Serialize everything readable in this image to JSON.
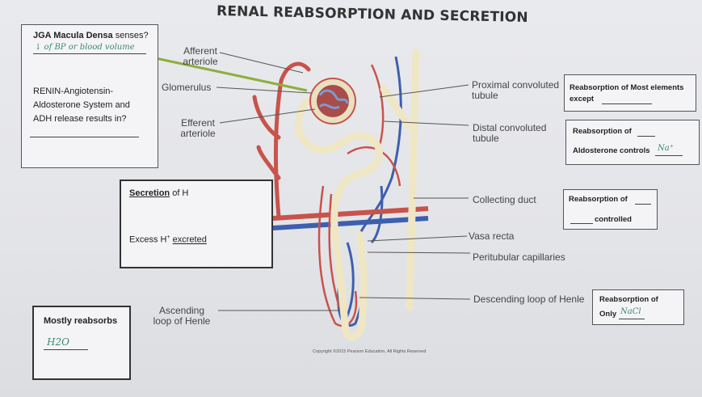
{
  "title": "RENAL REABSORPTION AND SECRETION",
  "labels": {
    "afferent": [
      "Afferent",
      "arteriole"
    ],
    "glomerulus": "Glomerulus",
    "efferent": [
      "Efferent",
      "arteriole"
    ],
    "ascending": [
      "Ascending",
      "loop of Henle"
    ],
    "proximal": [
      "Proximal convoluted",
      "tubule"
    ],
    "distal": [
      "Distal convoluted",
      "tubule"
    ],
    "collecting": "Collecting duct",
    "vasa_recta": "Vasa recta",
    "peritubular": "Peritubular capillaries",
    "descending": "Descending loop of Henle"
  },
  "boxes": {
    "jga": {
      "question_bold": "JGA Macula Densa",
      "question_rest": " senses?",
      "answer": "↓ of BP or blood volume",
      "renin_lines": [
        "RENIN-Angiotensin-",
        "Aldosterone System and",
        "ADH release results in?"
      ]
    },
    "secretion": {
      "heading_bold": "Secretion",
      "heading_rest": " of H",
      "excess_text": "Excess H",
      "excess_sup": "+",
      "excess_word": "excreted"
    },
    "mostly": {
      "heading": "Mostly reabsorbs",
      "answer": "H2O"
    },
    "most_elements": {
      "line1": "Reabsorption of Most elements",
      "line2": "except"
    },
    "aldosterone": {
      "line1": "Reabsorption of",
      "line2": "Aldosterone controls",
      "answer": "Na⁺"
    },
    "controlled": {
      "line1": "Reabsorption of",
      "line2": "controlled"
    },
    "nacl": {
      "line1": "Reabsorption of",
      "line2": "Only",
      "answer": "NaCl"
    }
  },
  "copyright": "Copyright ©2015 Pearson Education, All Rights Reserved",
  "colors": {
    "artery": "#c8534a",
    "vein": "#3d5fae",
    "tubule": "#efe6c4",
    "pointer": "#8fae3c"
  }
}
